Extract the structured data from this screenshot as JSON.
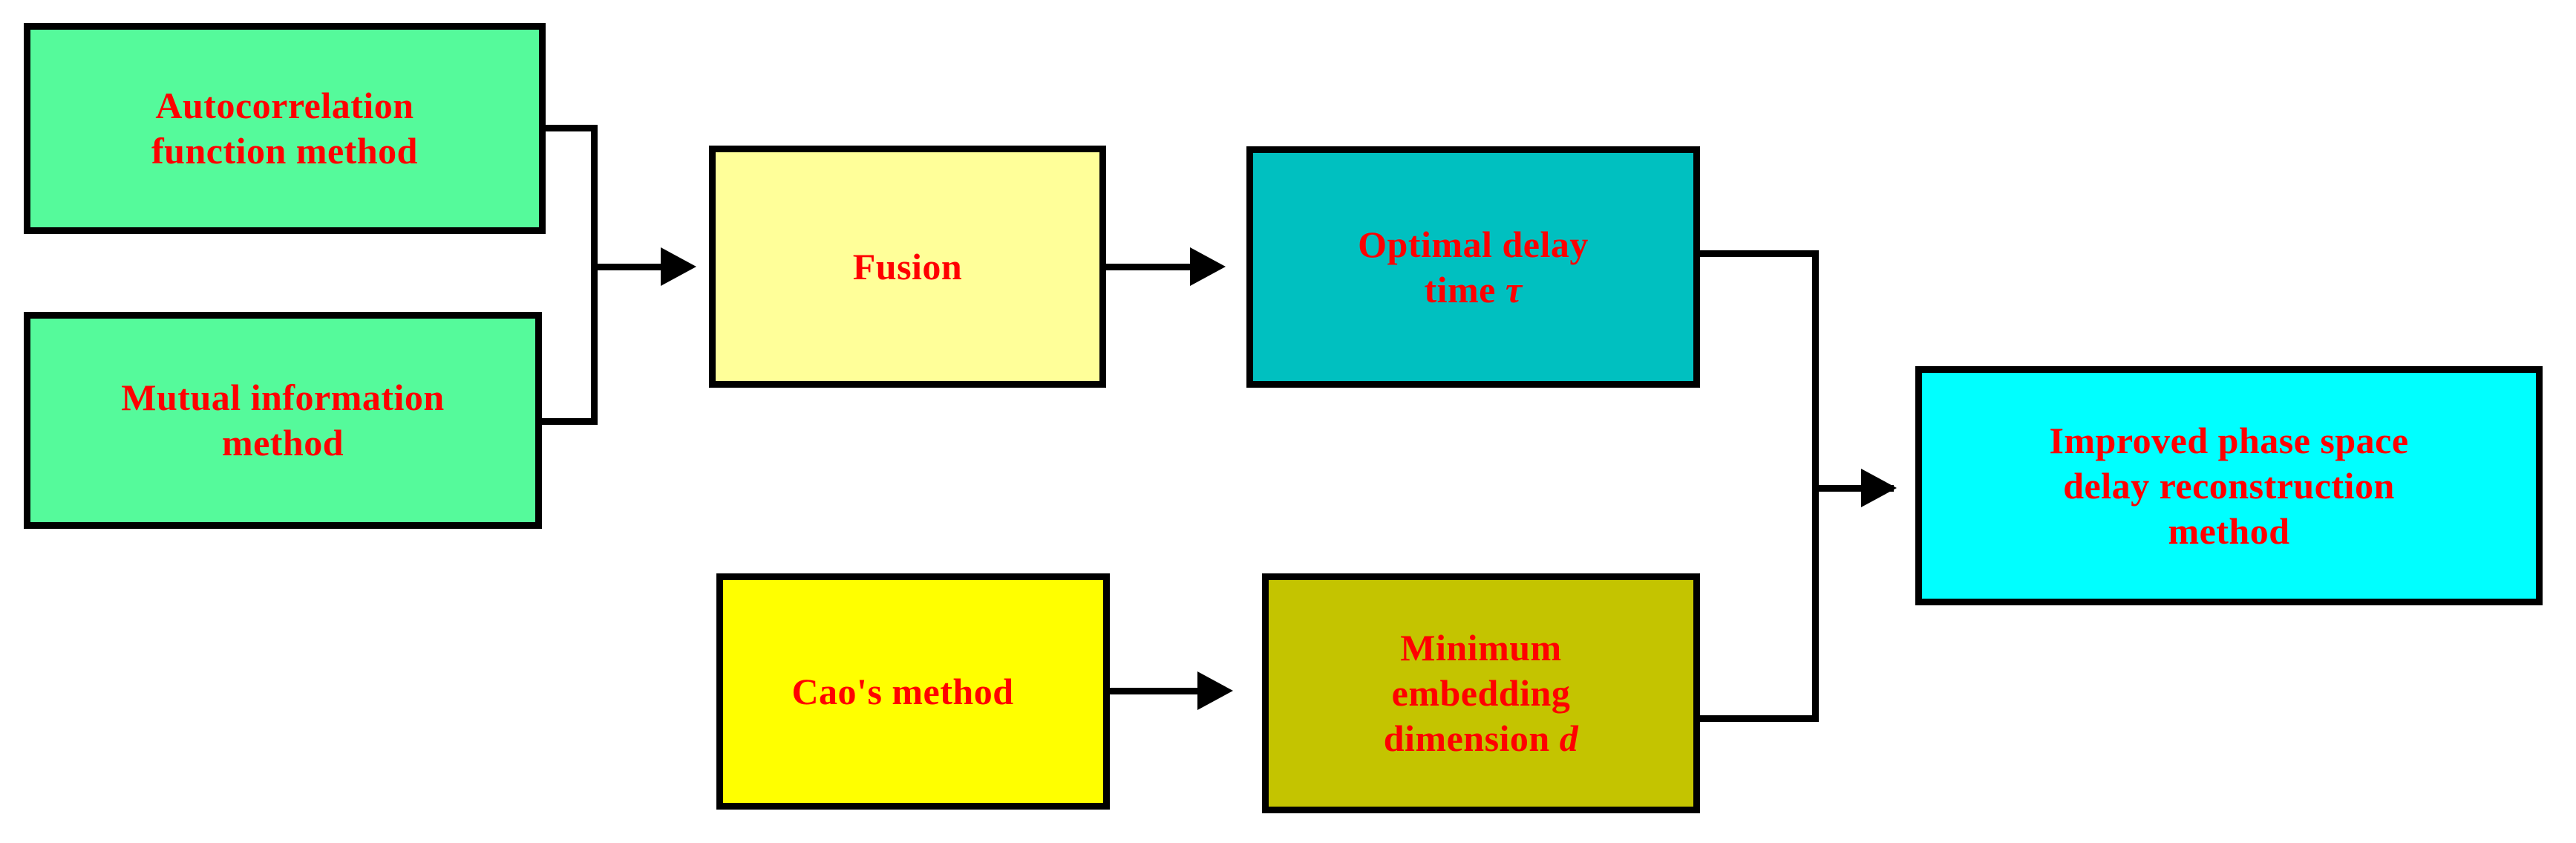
{
  "diagram": {
    "title": "Improved phase space delay reconstruction method flowchart",
    "background_color": "#ffffff",
    "text_color": "#ff0000",
    "border_color": "#000000",
    "nodes": {
      "autocorrelation": {
        "label": "Autocorrelation\nfunction method",
        "fill": "#55fa9b"
      },
      "mutual_information": {
        "label": "Mutual information\nmethod",
        "fill": "#55fa9b"
      },
      "fusion": {
        "label": "Fusion",
        "fill": "#ffff99"
      },
      "optimal_delay": {
        "label": "Optimal delay\ntime ",
        "symbol": "τ",
        "fill": "#00c0c0"
      },
      "caos_method": {
        "label": "Cao's method",
        "fill": "#ffff00"
      },
      "min_embedding": {
        "label": "Minimum\nembedding\ndimension ",
        "symbol": "d",
        "fill": "#c4c400"
      },
      "improved_psr": {
        "label": "Improved phase space\ndelay reconstruction\nmethod",
        "fill": "#00ffff"
      }
    },
    "connectors": [
      {
        "name": "autocorrelation-to-fusion",
        "from": "autocorrelation",
        "to": "fusion",
        "style": "elbow-merge-arrow"
      },
      {
        "name": "mutual-information-to-fusion",
        "from": "mutual_information",
        "to": "fusion",
        "style": "elbow-merge-arrow"
      },
      {
        "name": "fusion-to-optimal-delay",
        "from": "fusion",
        "to": "optimal_delay",
        "style": "straight-arrow"
      },
      {
        "name": "caos-method-to-min-embedding",
        "from": "caos_method",
        "to": "min_embedding",
        "style": "straight-arrow"
      },
      {
        "name": "optimal-delay-to-improved-psr",
        "from": "optimal_delay",
        "to": "improved_psr",
        "style": "elbow-merge-arrow"
      },
      {
        "name": "min-embedding-to-improved-psr",
        "from": "min_embedding",
        "to": "improved_psr",
        "style": "elbow-merge-arrow"
      }
    ]
  }
}
